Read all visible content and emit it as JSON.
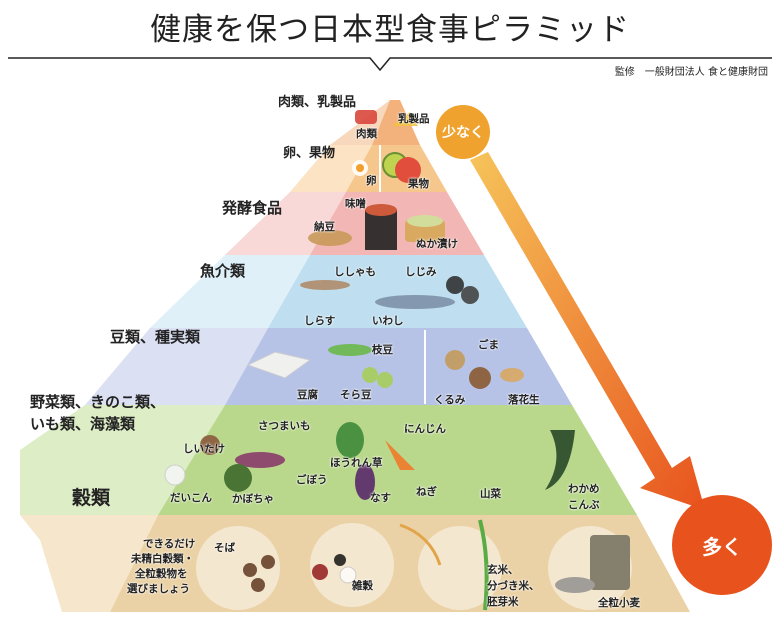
{
  "title": "健康を保つ日本型食事ピラミッド",
  "credit": "監修　一般財団法人 食と健康財団",
  "arrow": {
    "top_label": "少なく",
    "bottom_label": "多く",
    "top_color": "#f0a22e",
    "bottom_color": "#e8531d"
  },
  "tiers": [
    {
      "name": "肉類、乳製品",
      "color": "#f3b27c",
      "items": [
        "肉類",
        "乳製品"
      ]
    },
    {
      "name": "卵、果物",
      "color": "#f6c78c",
      "items": [
        "卵",
        "果物"
      ]
    },
    {
      "name": "発酵食品",
      "color": "#f2b6b4",
      "items": [
        "味噌",
        "納豆",
        "ぬか漬け"
      ]
    },
    {
      "name": "魚介類",
      "color": "#bfdff0",
      "items": [
        "ししゃも",
        "しじみ",
        "しらす",
        "いわし"
      ]
    },
    {
      "name": "豆類、種実類",
      "color": "#b7c3e6",
      "items": [
        "枝豆",
        "豆腐",
        "そら豆",
        "ごま",
        "くるみ",
        "落花生"
      ]
    },
    {
      "name_lines": [
        "野菜類、きのこ類、",
        "いも類、海藻類"
      ],
      "color": "#b9d88c",
      "items": [
        "さつまいも",
        "にんじん",
        "しいたけ",
        "ほうれん草",
        "ごぼう",
        "だいこん",
        "かぼちゃ",
        "なす",
        "ねぎ",
        "山菜",
        "わかめ",
        "こんぶ"
      ]
    },
    {
      "name": "穀類",
      "color": "#ebd2a6",
      "note_lines": [
        "できるだけ",
        "未精白穀類・",
        "全粒穀物を",
        "選びましょう"
      ],
      "items": [
        "そば",
        "雑穀",
        "全粒小麦"
      ],
      "rice_lines": [
        "玄米、",
        "分づき米、",
        "胚芽米"
      ]
    }
  ]
}
